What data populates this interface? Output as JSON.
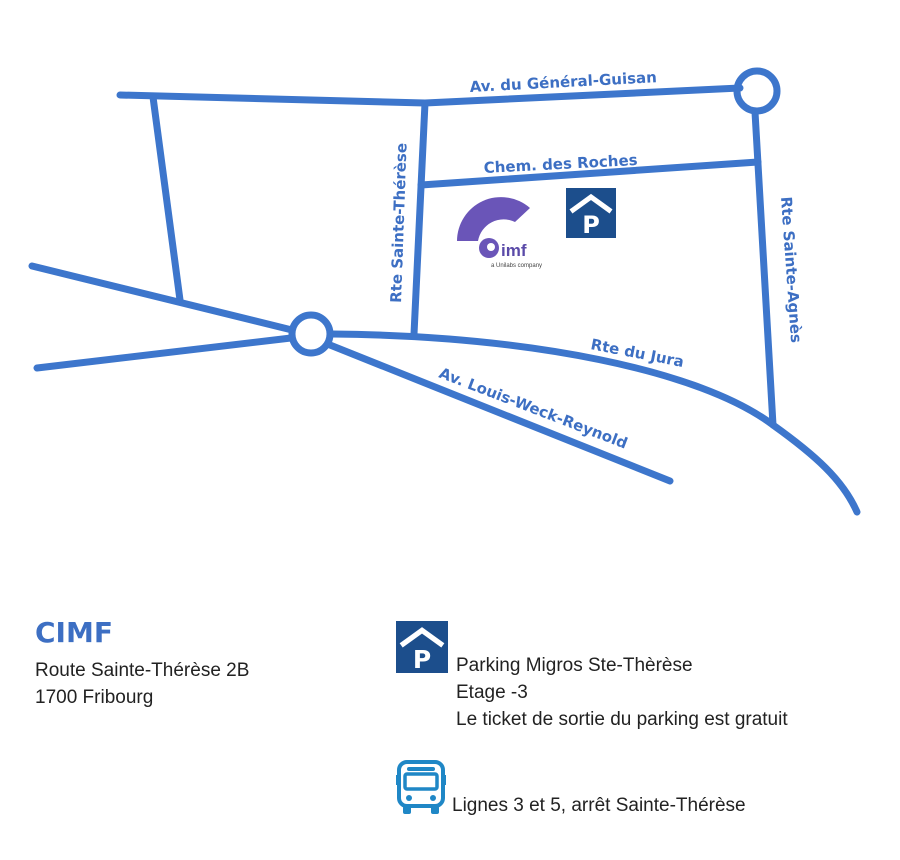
{
  "colors": {
    "road": "#3d76cc",
    "label": "#3d6fc3",
    "parking_bg": "#1c4e8c",
    "cimf_purple": "#6a55b8",
    "bus": "#1f87c6"
  },
  "map": {
    "streets": [
      "Av. du Général-Guisan",
      "Chem. des Roches",
      "Rte Sainte-Thérèse",
      "Rte Sainte-Agnès",
      "Rte du Jura",
      "Av. Louis-Weck-Reynold"
    ],
    "logo": {
      "wordmark": "imf",
      "tagline": "a Unilabs company"
    },
    "parking_icon": "parking-icon"
  },
  "location": {
    "name": "CIMF",
    "address_line1": "Route Sainte-Thérèse 2B",
    "address_line2": "1700 Fribourg"
  },
  "parking": {
    "icon": "parking-icon",
    "name": "Parking Migros Ste-Thèrèse",
    "level": "Etage -3",
    "note": "Le ticket de sortie du parking est gratuit"
  },
  "bus": {
    "icon": "bus-icon",
    "lines": "Lignes 3 et 5, arrêt Sainte-Thérèse"
  }
}
